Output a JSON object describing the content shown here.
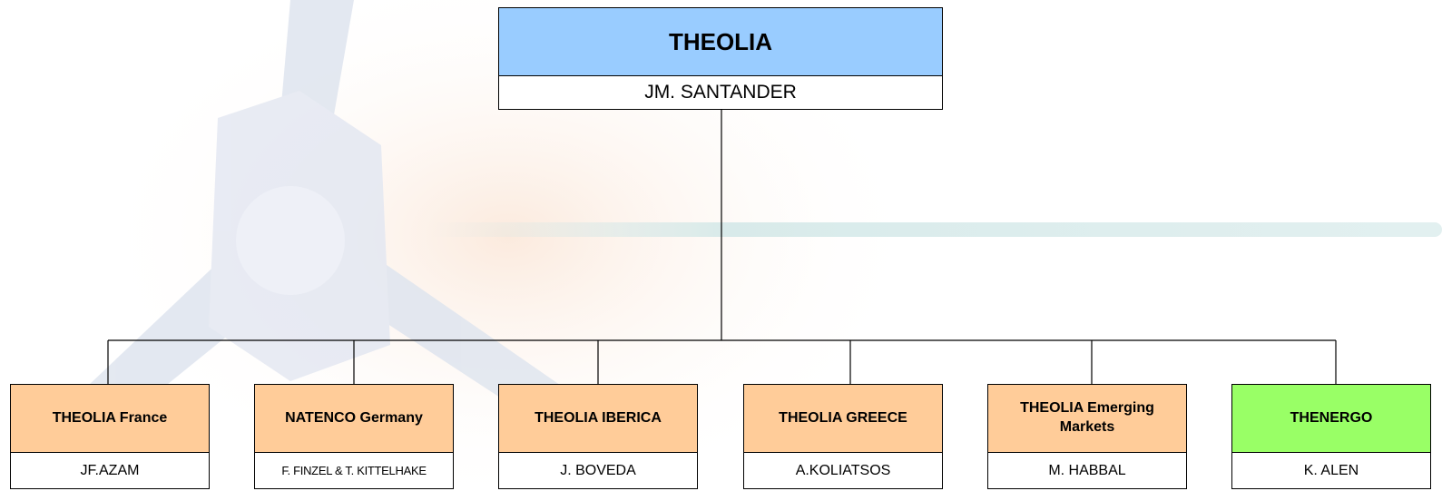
{
  "root": {
    "company": "THEOLIA",
    "person": "JM. SANTANDER",
    "color": "#99ccff"
  },
  "subsidiaries": [
    {
      "company": "THEOLIA France",
      "person": "JF.AZAM",
      "color": "#ffcc99"
    },
    {
      "company": "NATENCO Germany",
      "person": "F. FINZEL & T. KITTELHAKE",
      "color": "#ffcc99"
    },
    {
      "company": "THEOLIA IBERICA",
      "person": "J. BOVEDA",
      "color": "#ffcc99"
    },
    {
      "company": "THEOLIA GREECE",
      "person": "A.KOLIATSOS",
      "color": "#ffcc99"
    },
    {
      "company": "THEOLIA Emerging Markets",
      "person": "M. HABBAL",
      "color": "#ffcc99"
    },
    {
      "company": "THENERGO",
      "person": "K. ALEN",
      "color": "#99ff66"
    }
  ]
}
